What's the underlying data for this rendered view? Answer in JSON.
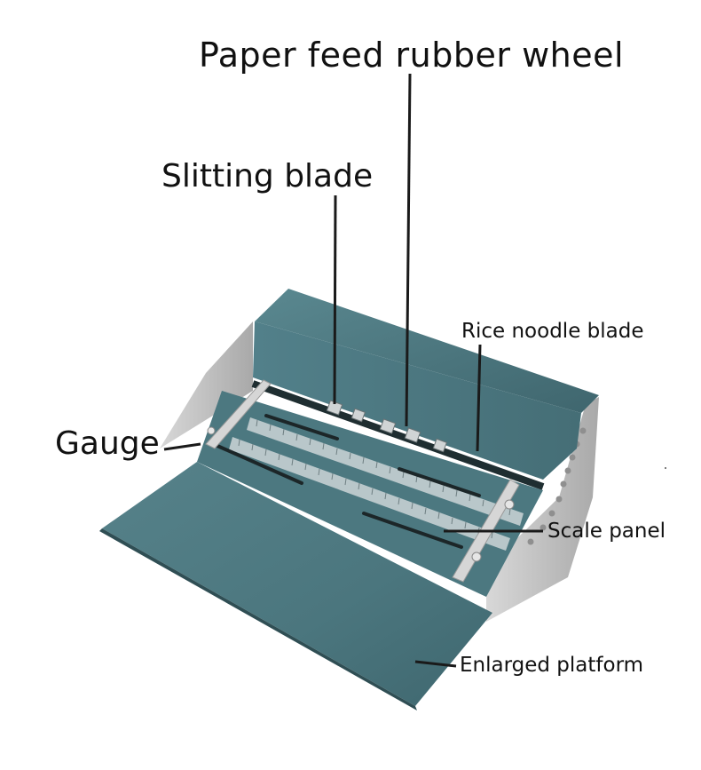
{
  "labels": {
    "paper_feed": "Paper feed rubber wheel",
    "slitting_blade": "Slitting blade",
    "rice_noodle_blade": "Rice noodle blade",
    "gauge": "Gauge",
    "scale_panel": "Scale panel",
    "enlarged_platform": "Enlarged platform"
  },
  "colors": {
    "machine_body": "#4f7a82",
    "machine_dark": "#3c6068",
    "platform": "#4a747c",
    "metal": "#c9c9c9",
    "leader_line": "#1a1a1a"
  }
}
